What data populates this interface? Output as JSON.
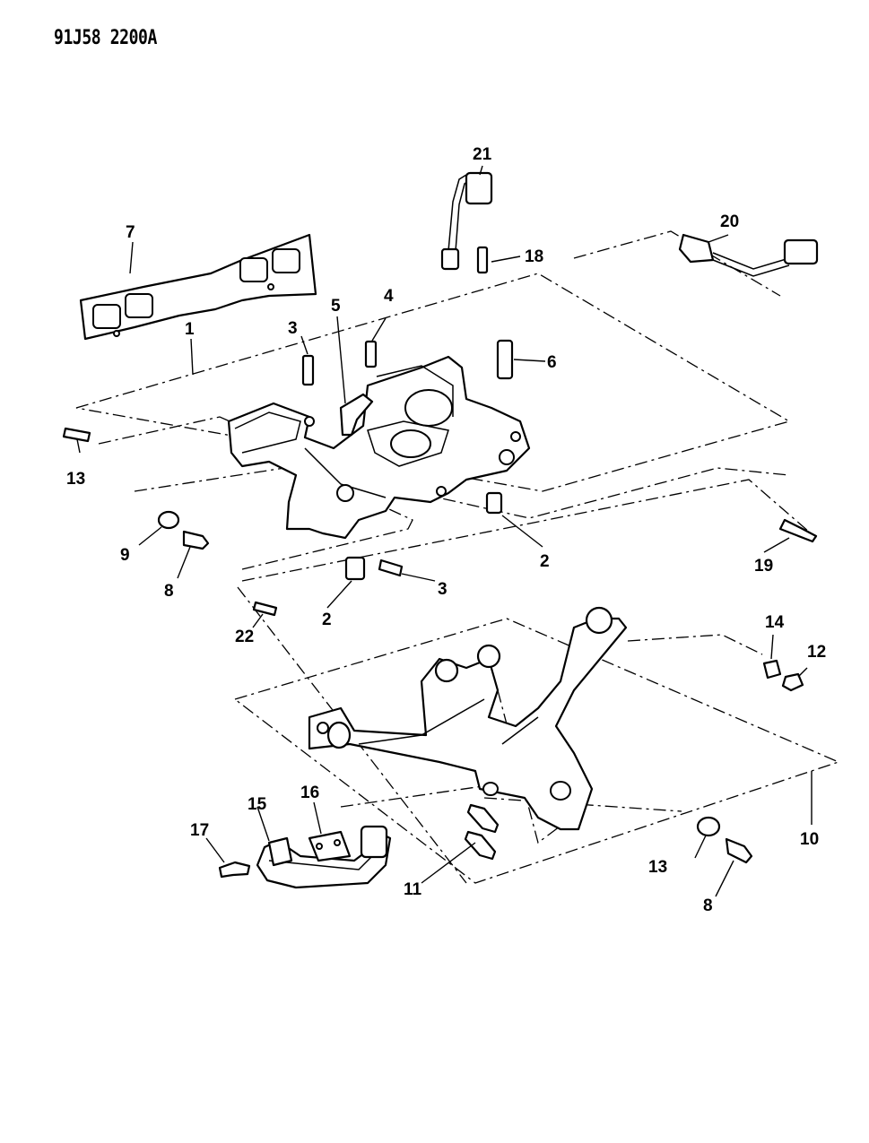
{
  "document_code": "91J58 2200A",
  "callouts": {
    "c1": "1",
    "c2a": "2",
    "c2b": "2",
    "c3a": "3",
    "c3b": "3",
    "c4": "4",
    "c5": "5",
    "c6": "6",
    "c7": "7",
    "c8a": "8",
    "c8b": "8",
    "c9": "9",
    "c10": "10",
    "c11": "11",
    "c12": "12",
    "c13a": "13",
    "c13b": "13",
    "c14": "14",
    "c15": "15",
    "c16": "16",
    "c17": "17",
    "c18": "18",
    "c19": "19",
    "c20": "20",
    "c21": "21",
    "c22": "22"
  }
}
